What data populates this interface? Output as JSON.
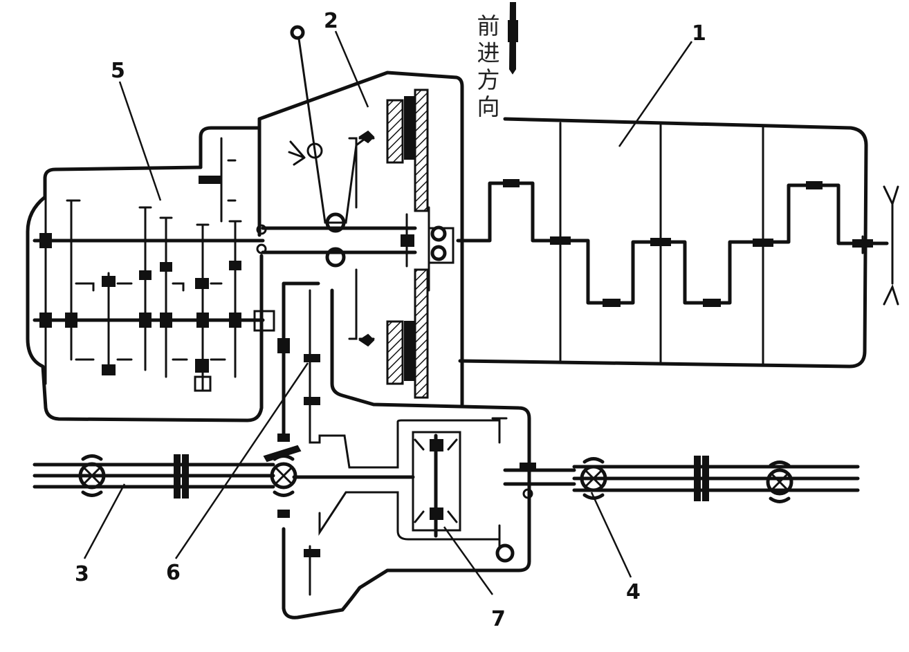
{
  "direction_label": "前进方向",
  "direction_chars": [
    "前",
    "进",
    "方",
    "向"
  ],
  "callouts": [
    "1",
    "2",
    "3",
    "4",
    "5",
    "6",
    "7"
  ],
  "colors": {
    "ink": "#111111",
    "background": "#ffffff"
  }
}
